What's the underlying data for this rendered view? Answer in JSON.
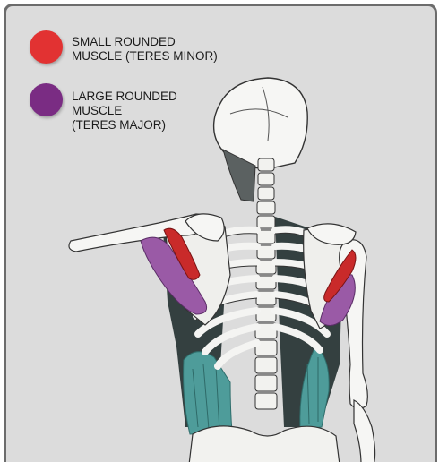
{
  "legend": [
    {
      "icon": "red-circle-icon",
      "color": "#e23232",
      "lines": [
        "SMALL ROUNDED",
        "MUSCLE (TERES MINOR)"
      ]
    },
    {
      "icon": "purple-circle-icon",
      "color": "#7a2c83",
      "lines": [
        "LARGE ROUNDED",
        "MUSCLE",
        "(TERES MAJOR)"
      ]
    }
  ],
  "colors": {
    "background": "#dcdcdc",
    "frame_border": "#6c6c6c",
    "teres_minor": "#c92a2a",
    "teres_major": "#9a5aa6",
    "latissimus": "#4f9c9a",
    "bone": "#f4f4f2",
    "shadow_muscle": "#3e4a4a"
  }
}
